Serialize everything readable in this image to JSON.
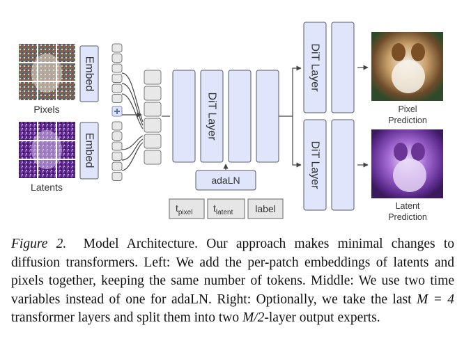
{
  "diagram": {
    "inputs": [
      {
        "caption": "Pixels",
        "embed": "Embed"
      },
      {
        "caption": "Latents",
        "embed": "Embed"
      }
    ],
    "trunk_block": "DiT Layer",
    "adaln": "adaLN",
    "conditions": [
      {
        "base": "t",
        "sub": "pixel"
      },
      {
        "base": "t",
        "sub": "latent"
      },
      {
        "base": "label",
        "sub": ""
      }
    ],
    "experts": [
      {
        "block": "DiT Layer",
        "output_line1": "Pixel",
        "output_line2": "Prediction"
      },
      {
        "block": "DiT Layer",
        "output_line1": "Latent",
        "output_line2": "Prediction"
      }
    ]
  },
  "caption": {
    "label": "Figure 2.",
    "text_1": "Model Architecture. Our approach makes minimal changes to diffusion transformers. Left: We add the per-patch embeddings of latents and pixels together, keeping the same number of tokens. Middle: We use two time variables instead of one for adaLN. Right: Optionally, we take the last ",
    "math_1": "M = 4",
    "text_2": " transformer layers and split them into two ",
    "math_2": "M/2",
    "text_3": "-layer output experts."
  },
  "colors": {
    "block_fill": "#dfe6fb",
    "block_stroke": "#555a66",
    "condition_fill": "#e6e6e6",
    "latent_tint": "#7b3fb0"
  }
}
